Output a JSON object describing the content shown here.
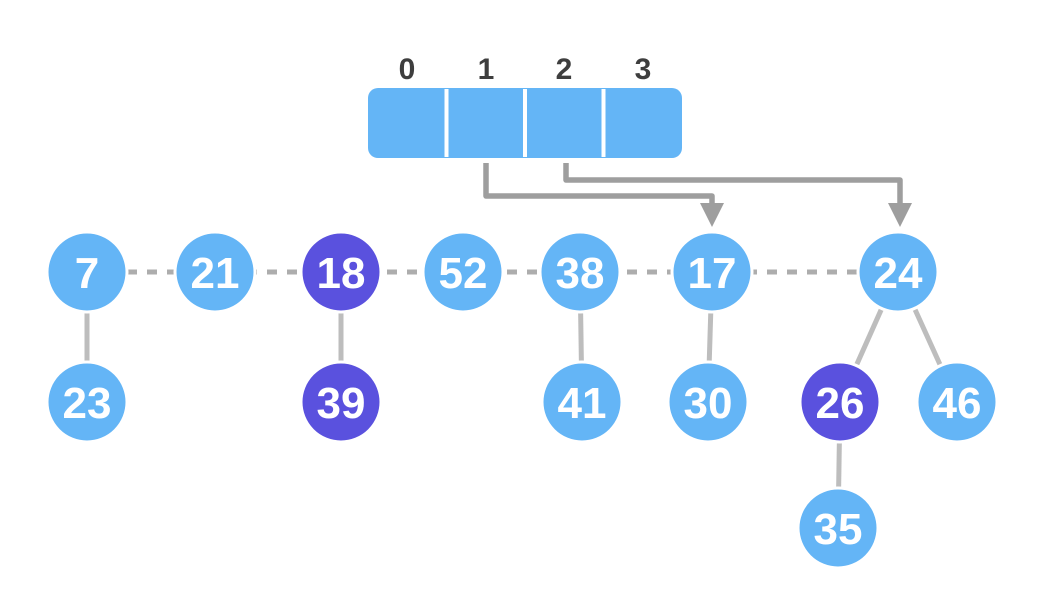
{
  "diagram_title": "hash-table-with-separate-chaining",
  "array": {
    "indices": [
      "0",
      "1",
      "2",
      "3"
    ]
  },
  "arrows": [
    {
      "from_index": "1",
      "to_node": "17"
    },
    {
      "from_index": "2",
      "to_node": "24"
    }
  ],
  "chain_order": [
    "7",
    "21",
    "18",
    "52",
    "38",
    "17",
    "24"
  ],
  "edges": [
    [
      "7",
      "23"
    ],
    [
      "18",
      "39"
    ],
    [
      "38",
      "41"
    ],
    [
      "17",
      "30"
    ],
    [
      "24",
      "26"
    ],
    [
      "24",
      "46"
    ],
    [
      "26",
      "35"
    ]
  ],
  "nodes": [
    {
      "id": "n7",
      "label": "7",
      "variant": "blue",
      "color": "#64B5F6"
    },
    {
      "id": "n21",
      "label": "21",
      "variant": "blue",
      "color": "#64B5F6"
    },
    {
      "id": "n18",
      "label": "18",
      "variant": "purple",
      "color": "#5A51DE"
    },
    {
      "id": "n52",
      "label": "52",
      "variant": "blue",
      "color": "#64B5F6"
    },
    {
      "id": "n38",
      "label": "38",
      "variant": "blue",
      "color": "#64B5F6"
    },
    {
      "id": "n17",
      "label": "17",
      "variant": "blue",
      "color": "#64B5F6"
    },
    {
      "id": "n24",
      "label": "24",
      "variant": "blue",
      "color": "#64B5F6"
    },
    {
      "id": "n23",
      "label": "23",
      "variant": "blue",
      "color": "#64B5F6"
    },
    {
      "id": "n39",
      "label": "39",
      "variant": "purple",
      "color": "#5A51DE"
    },
    {
      "id": "n41",
      "label": "41",
      "variant": "blue",
      "color": "#64B5F6"
    },
    {
      "id": "n30",
      "label": "30",
      "variant": "blue",
      "color": "#64B5F6"
    },
    {
      "id": "n26",
      "label": "26",
      "variant": "purple",
      "color": "#5A51DE"
    },
    {
      "id": "n46",
      "label": "46",
      "variant": "blue",
      "color": "#64B5F6"
    },
    {
      "id": "n35",
      "label": "35",
      "variant": "blue",
      "color": "#64B5F6"
    }
  ],
  "colors": {
    "cell_blue": "#64B5F6",
    "node_blue": "#64B5F6",
    "node_purple": "#5A51DE",
    "arrow_gray": "#9E9E9E",
    "edge_gray": "#BDBDBD",
    "dash_gray": "#ADADAD",
    "index_label": "#3E3E3E",
    "node_text": "#FFFFFF",
    "divider_white": "#FFFFFF",
    "node_ring": "#FFFFFF",
    "background": "#FFFFFF"
  }
}
